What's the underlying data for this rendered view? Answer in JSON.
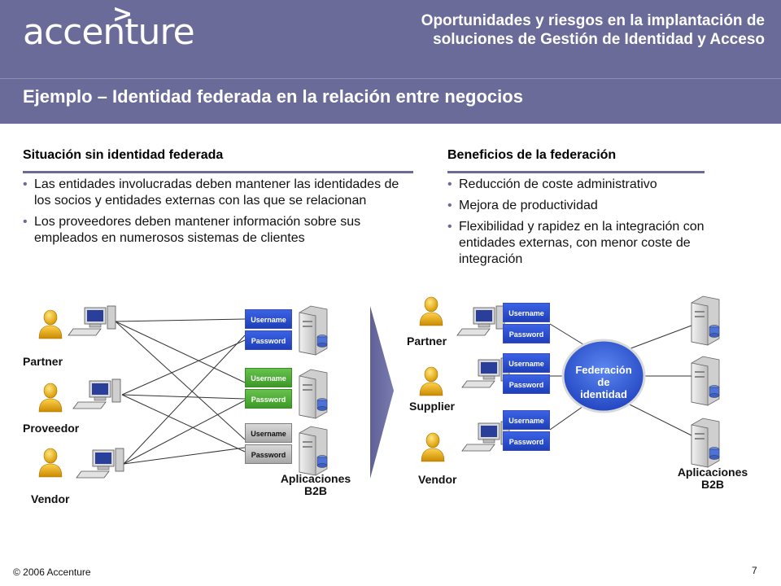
{
  "header": {
    "logo_text": "accenture",
    "logo_mark": ">",
    "doc_title_line1": "Oportunidades y riesgos en la implantación de",
    "doc_title_line2": "soluciones de Gestión de Identidad y Acceso",
    "slide_title": "Ejemplo – Identidad federada en la relación entre negocios",
    "color_bg": "#6a6b99"
  },
  "left_section": {
    "heading": "Situación sin identidad federada",
    "bullets": [
      "Las entidades involucradas deben mantener las identidades de los socios y entidades externas con las que se relacionan",
      "Los proveedores deben mantener información sobre sus empleados en numerosos sistemas de clientes"
    ]
  },
  "right_section": {
    "heading": "Beneficios de la federación",
    "bullets": [
      "Reducción de coste administrativo",
      "Mejora de productividad",
      "Flexibilidad y rapidez en la integración con entidades externas, con menor coste de integración"
    ]
  },
  "left_diagram": {
    "users": [
      "Partner",
      "Proveedor",
      "Vendor"
    ],
    "username_label": "Username",
    "password_label": "Password",
    "apps_label_line1": "Aplicaciones",
    "apps_label_line2": "B2B",
    "box_colors": [
      "#2b4fd0",
      "#4fae37",
      "#bdbdbd"
    ]
  },
  "right_diagram": {
    "users": [
      "Partner",
      "Supplier",
      "Vendor"
    ],
    "username_label": "Username",
    "password_label": "Password",
    "federation_line1": "Federación",
    "federation_line2": "de",
    "federation_line3": "identidad",
    "apps_label_line1": "Aplicaciones",
    "apps_label_line2": "B2B"
  },
  "footer": {
    "copyright": "© 2006 Accenture",
    "page_number": "7"
  }
}
